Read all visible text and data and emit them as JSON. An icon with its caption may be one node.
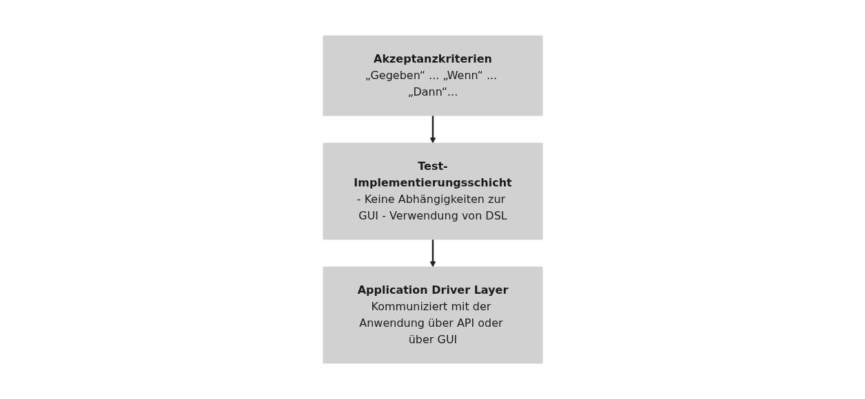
{
  "diagram": {
    "nodes": [
      {
        "text": [
          "Akzeptanzkriterien",
          "„Gegeben“ ... „Wenn“ ... „Dann“..."
        ]
      },
      {
        "text": [
          "Test-Implementierungsschicht",
          "- Keine Abhängigkeiten zur GUI - Verwendung von DSL"
        ]
      },
      {
        "text": [
          "Application Driver Layer",
          "Kommuniziert mit der Anwendung über API oder über GUI"
        ]
      }
    ],
    "edges": [
      {
        "from": 0,
        "to": 1,
        "arrow": "to"
      },
      {
        "from": 1,
        "to": 2,
        "arrow": "to"
      }
    ]
  }
}
